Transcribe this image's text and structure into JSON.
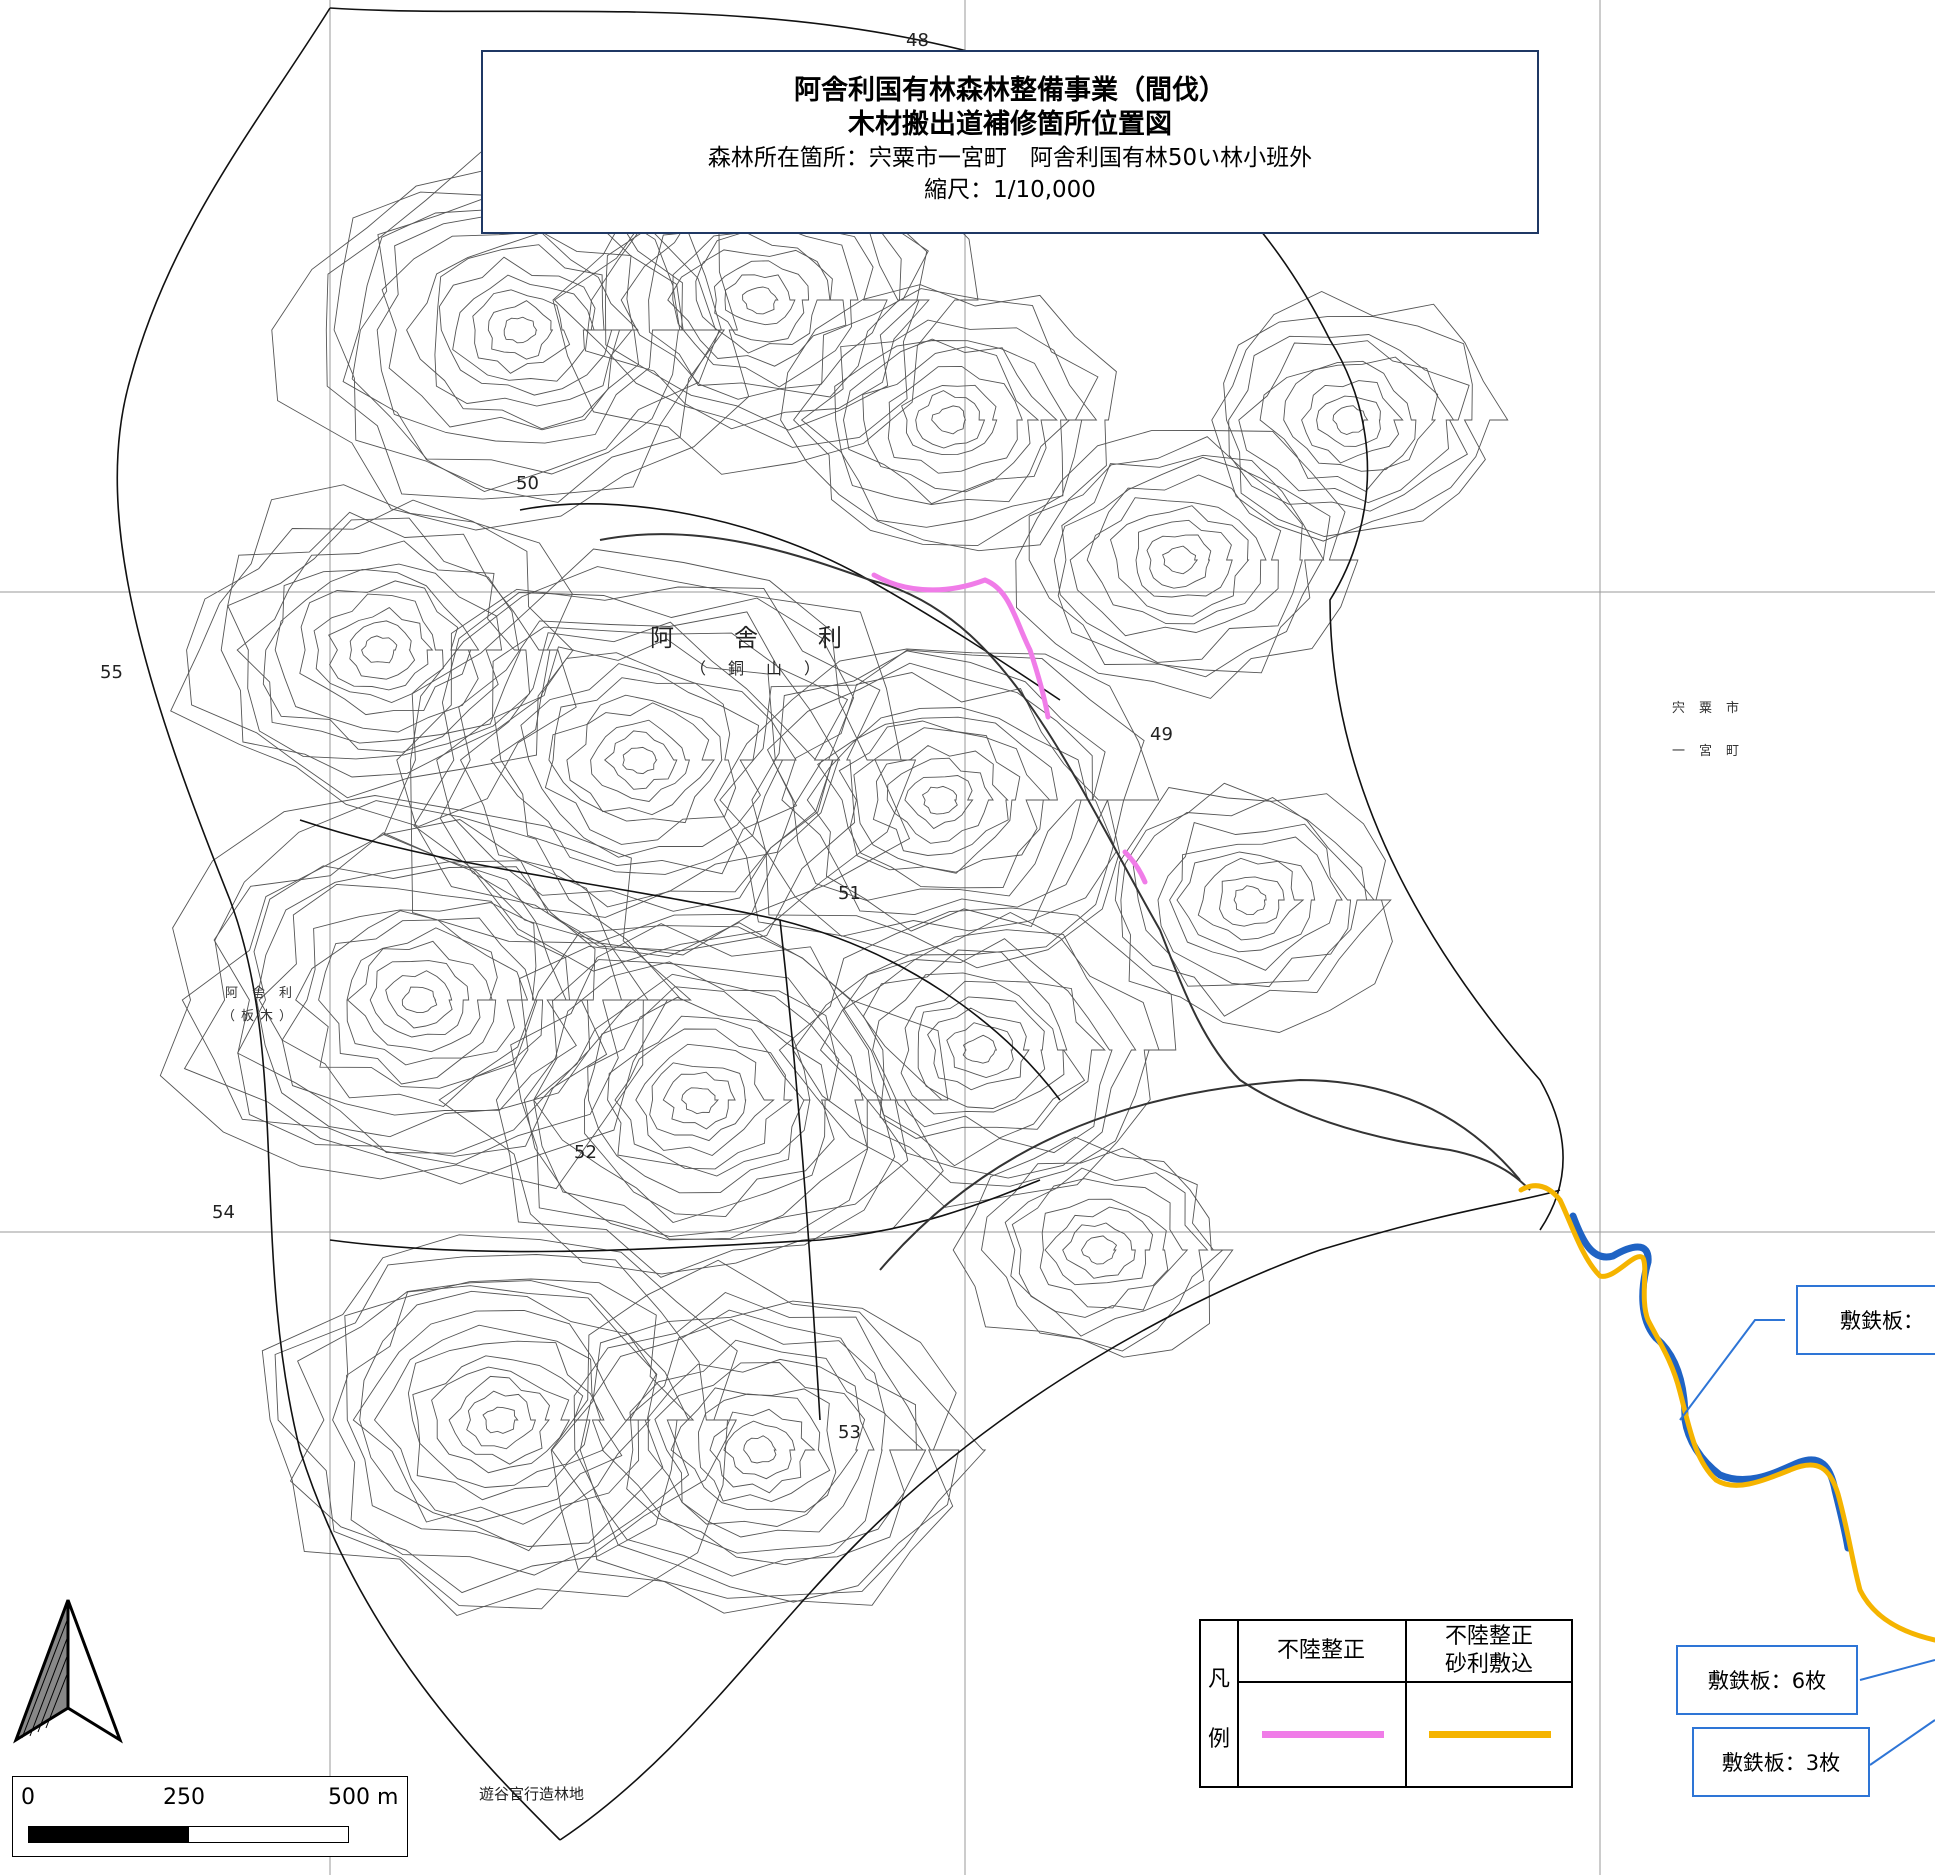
{
  "title": {
    "line1": "阿舎利国有林森林整備事業（間伐）",
    "line2": "木材搬出道補修箇所位置図",
    "location": "森林所在箇所：宍粟市一宮町　阿舎利国有林50い林小班外",
    "scale": "縮尺：1/10,000"
  },
  "legend": {
    "label_top": "凡",
    "label_bottom": "例",
    "col1": "不陸整正",
    "col2_line1": "不陸整正",
    "col2_line2": "砂利敷込",
    "col1_color": "#f07ce8",
    "col2_color": "#f5b400"
  },
  "callouts": [
    {
      "text": "敷鉄板："
    },
    {
      "text": "敷鉄板：6枚"
    },
    {
      "text": "敷鉄板：3枚"
    }
  ],
  "route_colors": {
    "repair": "#f07ce8",
    "gravel": "#f5b400",
    "steel_plate": "#1f63c4"
  },
  "scalebar": {
    "tick0": "0",
    "tick1": "250",
    "tick2": "500 m"
  },
  "map_labels": {
    "grid_55": "55",
    "grid_54": "54",
    "compartment_50": "50",
    "compartment_49": "49",
    "compartment_51": "51",
    "compartment_52": "52",
    "compartment_53": "53",
    "compartment_48": "48",
    "place_shiso": "宍粟市",
    "place_ichinomiya": "一宮町",
    "place_ajari": "阿舎利",
    "place_ajari_sub": "（板木）",
    "forest_name": "阿舎利",
    "forest_sub": "（銅山）",
    "bottom_place": "遊谷官行造林地"
  },
  "icons": {
    "north_arrow": "north-arrow-icon"
  }
}
